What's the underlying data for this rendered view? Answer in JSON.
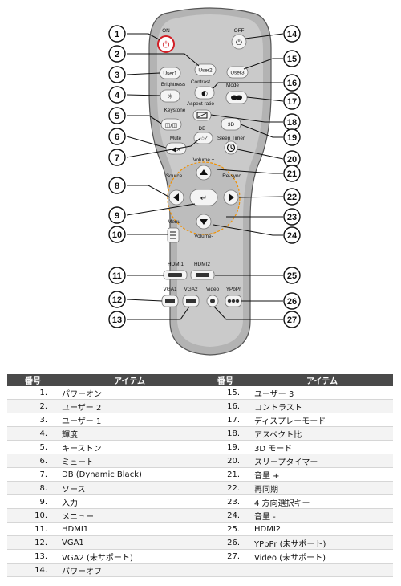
{
  "remote": {
    "buttons": {
      "on": "ON",
      "off": "OFF",
      "user1": "User1",
      "user2": "User2",
      "user3": "User3",
      "brightness": "Brightness",
      "contrast": "Contrast",
      "mode": "Mode",
      "aspect_ratio": "Aspect ratio",
      "keystone": "Keystone",
      "three_d": "3D",
      "mute": "Mute",
      "db": "DB",
      "sleep_timer": "Sleep Timer",
      "volume_plus": "Volume +",
      "source": "Source",
      "re_sync": "Re-sync",
      "menu": "Menu",
      "volume_minus": "Volume-",
      "hdmi1": "HDMI1",
      "hdmi2": "HDMI2",
      "vga1": "VGA1",
      "vga2": "VGA2",
      "video": "Video",
      "ypbpr": "YPbPr"
    },
    "callouts": [
      "1",
      "2",
      "3",
      "4",
      "5",
      "6",
      "7",
      "8",
      "9",
      "10",
      "11",
      "12",
      "13",
      "14",
      "15",
      "16",
      "17",
      "18",
      "19",
      "20",
      "21",
      "22",
      "23",
      "24",
      "25",
      "26",
      "27"
    ]
  },
  "table": {
    "headers": {
      "number": "番号",
      "item": "アイテム"
    },
    "left_rows": [
      {
        "number": "1.",
        "item": "パワーオン"
      },
      {
        "number": "2.",
        "item": "ユーザー 2"
      },
      {
        "number": "3.",
        "item": "ユーザー 1"
      },
      {
        "number": "4.",
        "item": "輝度"
      },
      {
        "number": "5.",
        "item": "キーストン"
      },
      {
        "number": "6.",
        "item": "ミュート"
      },
      {
        "number": "7.",
        "item": "DB (Dynamic Black)"
      },
      {
        "number": "8.",
        "item": "ソース"
      },
      {
        "number": "9.",
        "item": "入力"
      },
      {
        "number": "10.",
        "item": "メニュー"
      },
      {
        "number": "11.",
        "item": "HDMI1"
      },
      {
        "number": "12.",
        "item": "VGA1"
      },
      {
        "number": "13.",
        "item": "VGA2 (未サポート)"
      },
      {
        "number": "14.",
        "item": "パワーオフ"
      }
    ],
    "right_rows": [
      {
        "number": "15.",
        "item": "ユーザー 3"
      },
      {
        "number": "16.",
        "item": "コントラスト"
      },
      {
        "number": "17.",
        "item": "ディスプレーモード"
      },
      {
        "number": "18.",
        "item": "アスペクト比"
      },
      {
        "number": "19.",
        "item": "3D モード"
      },
      {
        "number": "20.",
        "item": "スリープタイマー"
      },
      {
        "number": "21.",
        "item": "音量 +"
      },
      {
        "number": "22.",
        "item": "再同期"
      },
      {
        "number": "23.",
        "item": "4 方向選択キー"
      },
      {
        "number": "24.",
        "item": "音量 -"
      },
      {
        "number": "25.",
        "item": "HDMI2"
      },
      {
        "number": "26.",
        "item": "YPbPr (未サポート)"
      },
      {
        "number": "27.",
        "item": "Video (未サポート)"
      },
      {
        "number": "",
        "item": ""
      }
    ]
  }
}
